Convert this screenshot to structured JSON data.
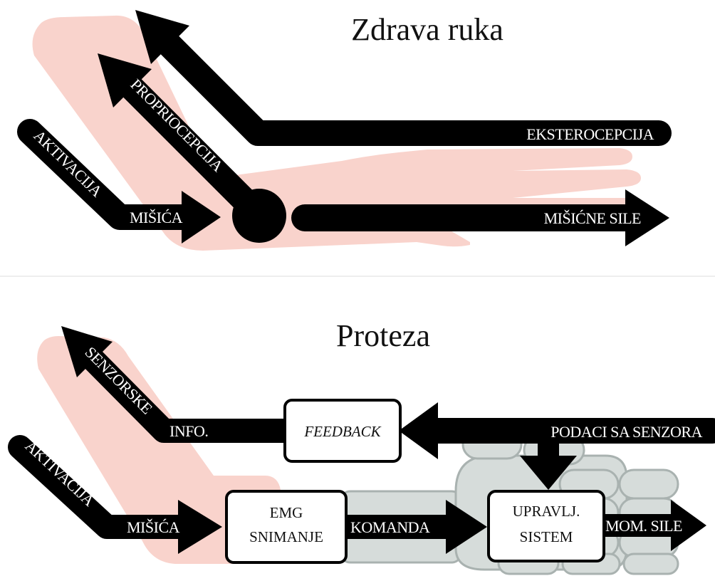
{
  "healthy": {
    "title": "Zdrava ruka",
    "labels": {
      "proprioception": "PROPRIOCEPCIJA",
      "exteroception": "EKSTEROCEPCIJA",
      "activation": "AKTIVACIJA",
      "muscle": "MIŠIĆA",
      "muscle_forces": "MIŠIĆNE SILE"
    }
  },
  "prosthesis": {
    "title": "Proteza",
    "labels": {
      "sensory": "SENZORSKE",
      "info": "INFO.",
      "feedback": "FEEDBACK",
      "sensor_data": "PODACI SA SENZORA",
      "activation": "AKTIVACIJA",
      "muscle": "MIŠIĆA",
      "emg_line1": "EMG",
      "emg_line2": "SNIMANJE",
      "command": "KOMANDA",
      "control_line1": "UPRAVLJ.",
      "control_line2": "SISTEM",
      "motor_forces": "MOM. SILE"
    }
  },
  "colors": {
    "arm": "#f9d3cc",
    "arrow": "#000000",
    "prosthetic_fill": "#d6dcda",
    "prosthetic_stroke": "#a9b2b0",
    "divider": "#eeeeee"
  }
}
